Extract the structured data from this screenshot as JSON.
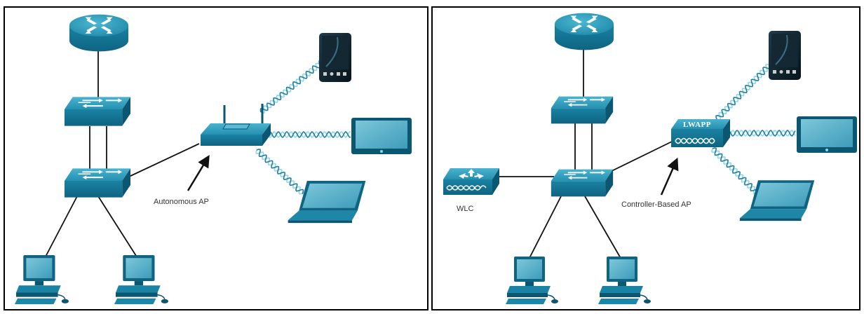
{
  "panels": [
    {
      "id": "left",
      "ap_type": "autonomous",
      "label_ap": "Autonomous AP",
      "devices": [
        "router",
        "switch-top",
        "switch-bottom",
        "autonomous-ap",
        "mobile-phone",
        "tablet",
        "laptop",
        "desktop-pc-1",
        "desktop-pc-2"
      ]
    },
    {
      "id": "right",
      "ap_type": "lightweight",
      "label_ap": "Controller-Based AP",
      "label_ap_device": "LWAPP",
      "label_wlc": "WLC",
      "devices": [
        "router",
        "switch-top",
        "switch-bottom",
        "lightweight-ap",
        "wlc",
        "mobile-phone",
        "tablet",
        "laptop",
        "desktop-pc-1",
        "desktop-pc-2"
      ]
    }
  ],
  "colors": {
    "device_top": "#2f9ab8",
    "device_front": "#137191",
    "device_dark": "#0b5670",
    "screen": "#5ab1c9",
    "wave_light": "#8fd6ea",
    "wave_dark": "#1e7fa0",
    "line": "#111111",
    "border": "#000000"
  }
}
